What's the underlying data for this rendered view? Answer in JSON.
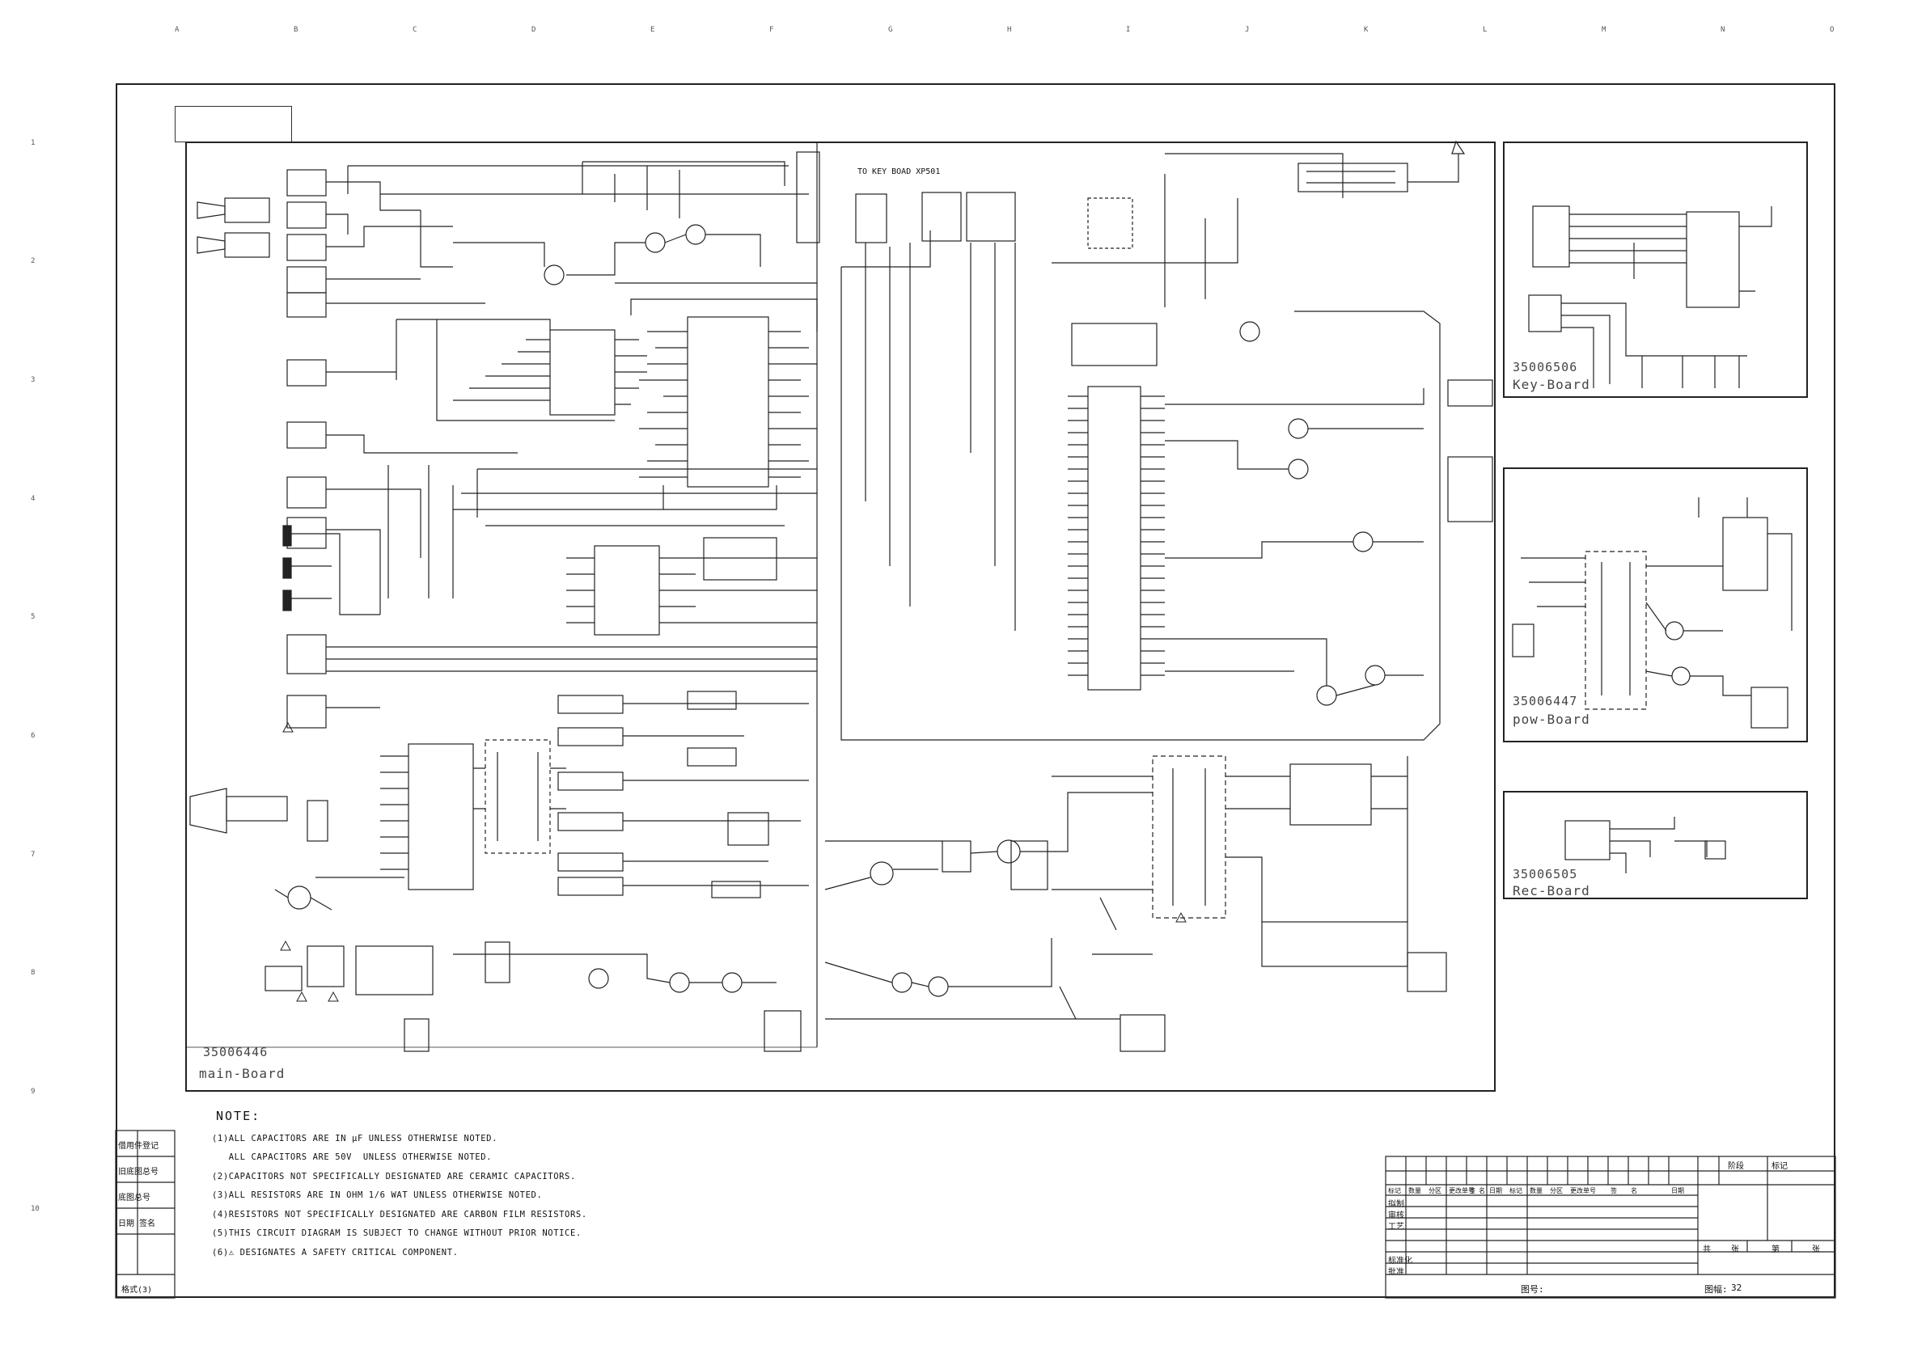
{
  "zone_letters": [
    "A",
    "B",
    "C",
    "D",
    "E",
    "F",
    "G",
    "H",
    "I",
    "J",
    "K",
    "L",
    "M",
    "N",
    "O"
  ],
  "zone_numbers": [
    "1",
    "2",
    "3",
    "4",
    "5",
    "6",
    "7",
    "8",
    "9",
    "10"
  ],
  "boards": {
    "main": {
      "id": "35006446",
      "name": "main-Board"
    },
    "key": {
      "id": "35006506",
      "name": "Key-Board"
    },
    "pow": {
      "id": "35006447",
      "name": "pow-Board"
    },
    "rec": {
      "id": "35006505",
      "name": "Rec-Board"
    }
  },
  "connector_label": "TO KEY BOAD XP501",
  "notes": {
    "title": "NOTE:",
    "items": [
      "(1)ALL CAPACITORS ARE IN μF UNLESS OTHERWISE NOTED.",
      "   ALL CAPACITORS ARE 50V  UNLESS OTHERWISE NOTED.",
      "(2)CAPACITORS NOT SPECIFICALLY DESIGNATED ARE CERAMIC CAPACITORS.",
      "(3)ALL RESISTORS ARE IN OHM 1/6 WAT UNLESS OTHERWISE NOTED.",
      "(4)RESISTORS NOT SPECIFICALLY DESIGNATED ARE CARBON FILM RESISTORS.",
      "(5)THIS CIRCUIT DIAGRAM IS SUBJECT TO CHANGE WITHOUT PRIOR NOTICE.",
      "(6)⚠ DESIGNATES A SAFETY CRITICAL COMPONENT."
    ]
  },
  "left_column": {
    "labels": [
      "借用件登记",
      "旧底图总号",
      "底图总号",
      "日期 签名"
    ],
    "format": "格式(3)"
  },
  "title_block": {
    "header_right": [
      "阶段",
      "标记"
    ],
    "change_row": [
      "标记",
      "数量",
      "分区",
      "更改单号",
      "签",
      "名",
      "日期",
      "标记",
      "数量",
      "分区",
      "更改单号",
      "签",
      "名",
      "日期"
    ],
    "roles": [
      "拟制",
      "审核",
      "工艺",
      "",
      "标准化",
      "批准"
    ],
    "sheet_info": [
      "共",
      "张",
      "第",
      "张"
    ],
    "footer_left": "图号:",
    "footer_right": "图幅:",
    "footer_right_value": "32"
  }
}
